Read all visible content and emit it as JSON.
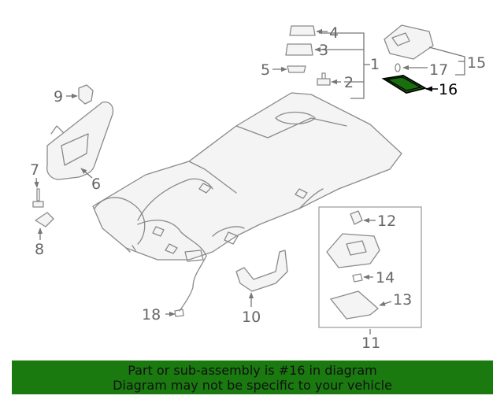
{
  "diagram": {
    "callouts": {
      "c1": "1",
      "c2": "2",
      "c3": "3",
      "c4": "4",
      "c5": "5",
      "c6": "6",
      "c7": "7",
      "c8": "8",
      "c9": "9",
      "c10": "10",
      "c11": "11",
      "c12": "12",
      "c13": "13",
      "c14": "14",
      "c15": "15",
      "c16": "16",
      "c17": "17",
      "c18": "18"
    },
    "highlighted_part": "16",
    "highlight_color": "#1a6e10"
  },
  "footer": {
    "line1": "Part or sub-assembly is #16 in diagram",
    "line2": "Diagram may not be specific to your vehicle",
    "background": "#1a7a10"
  }
}
